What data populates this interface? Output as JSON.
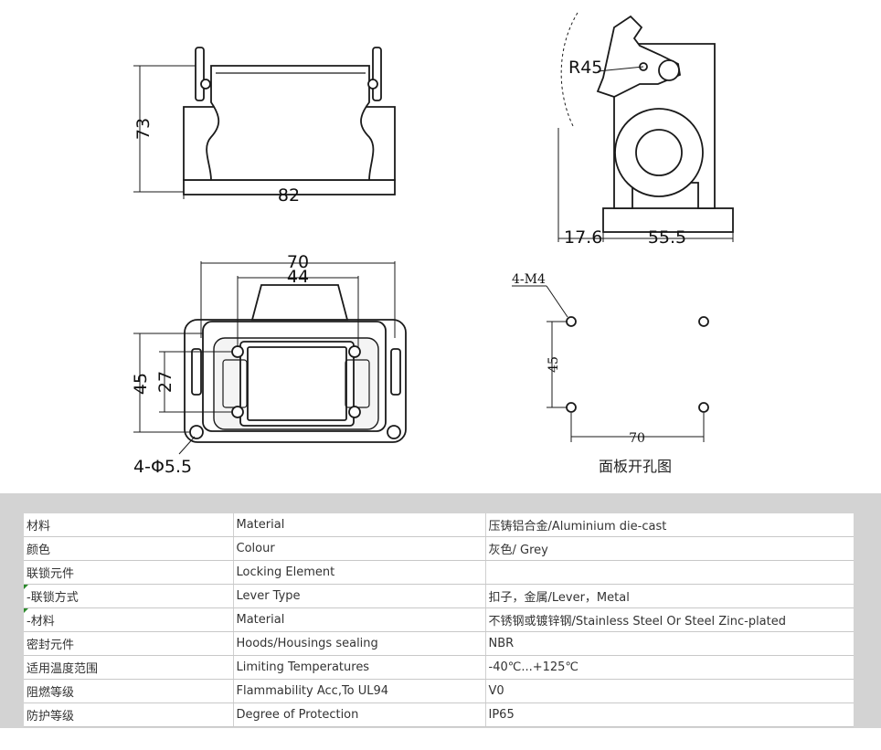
{
  "drawing": {
    "front_view": {
      "height": "73",
      "width": "82"
    },
    "side_view": {
      "radius": "R45",
      "offset": "17.6",
      "width": "55.5"
    },
    "top_view": {
      "outer": "70",
      "inner": "44",
      "height": "45",
      "inner_height": "27",
      "holes": "4-Φ5.5"
    },
    "panel_cutout": {
      "thread": "4-M4",
      "vertical": "45",
      "horizontal": "70",
      "caption": "面板开孔图"
    }
  },
  "spec_table": {
    "rows": [
      {
        "cn": "材料",
        "en": "Material",
        "value": "压铸铝合金/Aluminium die-cast",
        "sub": false
      },
      {
        "cn": "颜色",
        "en": "Colour",
        "value": "灰色/ Grey",
        "sub": false
      },
      {
        "cn": "联锁元件",
        "en": "Locking Element",
        "value": "",
        "sub": false
      },
      {
        "cn": " -联锁方式",
        "en": "Lever Type",
        "value": "扣子，金属/Lever，Metal",
        "sub": true
      },
      {
        "cn": " -材料",
        "en": "Material",
        "value": "不锈钢或镀锌钢/Stainless Steel Or Steel Zinc-plated",
        "sub": true
      },
      {
        "cn": "密封元件",
        "en": "Hoods/Housings sealing",
        "value": "NBR",
        "sub": false
      },
      {
        "cn": "适用温度范围",
        "en": "Limiting Temperatures",
        "value": "-40℃...+125℃",
        "sub": false
      },
      {
        "cn": "阻燃等级",
        "en": "Flammability Acc,To UL94",
        "value": "V0",
        "sub": false
      },
      {
        "cn": "防护等级",
        "en": "Degree of Protection",
        "value": "IP65",
        "sub": false
      }
    ]
  }
}
